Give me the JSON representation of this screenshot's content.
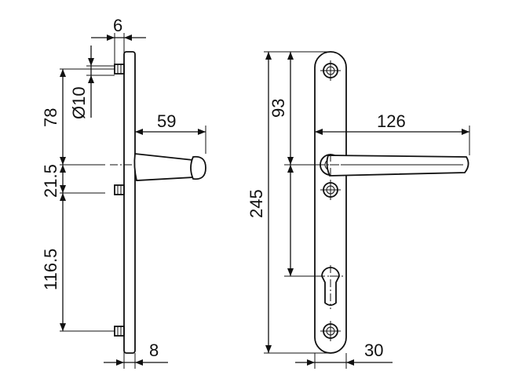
{
  "colors": {
    "line": "#111111",
    "background": "#ffffff"
  },
  "side_view": {
    "dim_thickness_top": "6",
    "dim_screw_hole": "Ø10",
    "dim_upper": "78",
    "dim_spindle_offset": "21.5",
    "dim_lower": "116.5",
    "dim_handle_projection": "59",
    "dim_thickness_bottom": "8"
  },
  "front_view": {
    "dim_total_height": "245",
    "dim_top_to_spindle": "93",
    "dim_handle_length": "126",
    "dim_plate_width": "30"
  }
}
